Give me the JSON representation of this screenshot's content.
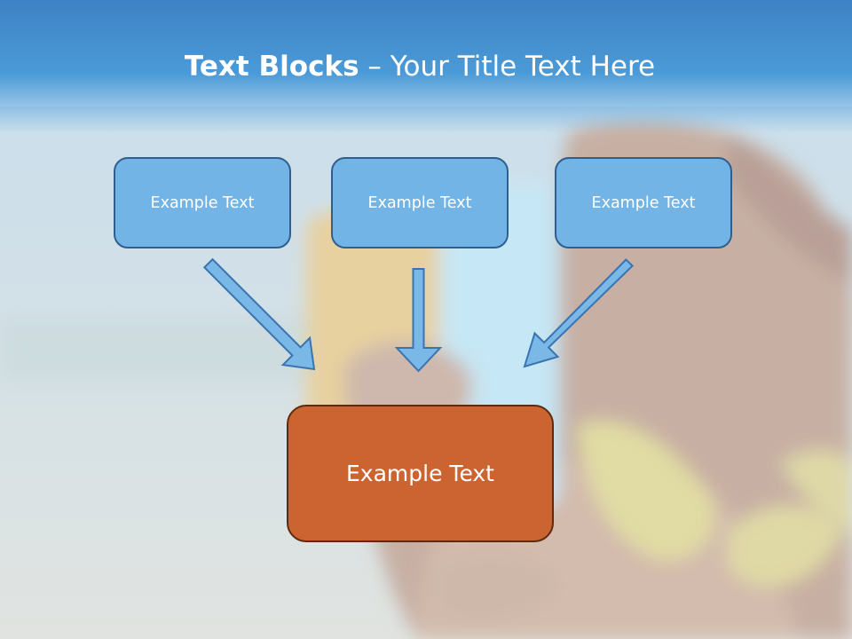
{
  "slide": {
    "title_bold": "Text Blocks",
    "title_dash": "–",
    "title_rest": "Your Title Text Here"
  },
  "boxes": {
    "left": "Example Text",
    "center": "Example Text",
    "right": "Example Text",
    "main": "Example Text"
  },
  "colors": {
    "header_blue": "#4b9ad8",
    "box_blue": "#72b4e6",
    "box_blue_border": "#2f5f8e",
    "main_box_orange": "#cc6431",
    "main_box_border": "#5c2b0e",
    "arrow_fill": "#7ab8e8",
    "arrow_stroke": "#3a74b0"
  }
}
